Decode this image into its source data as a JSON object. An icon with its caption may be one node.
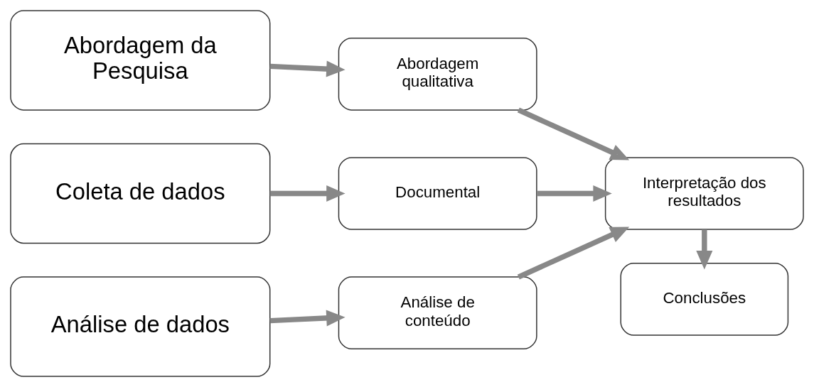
{
  "diagram": {
    "nodes": [
      {
        "text": [
          "Abordagem da Pesquisa"
        ]
      },
      {
        "text": [
          "Abordagem qualitativa"
        ]
      },
      {
        "text": [
          "Coleta de dados"
        ]
      },
      {
        "text": [
          "Documental"
        ]
      },
      {
        "text": [
          "Interpretação dos resultados"
        ]
      },
      {
        "text": [
          "Análise de dados"
        ]
      },
      {
        "text": [
          "Análise de conteúdo"
        ]
      },
      {
        "text": [
          "Conclusões"
        ]
      }
    ],
    "edges": [
      {
        "from": 0,
        "to": 1,
        "arrow": "to"
      },
      {
        "from": 1,
        "to": 4,
        "arrow": "to"
      },
      {
        "from": 2,
        "to": 3,
        "arrow": "to"
      },
      {
        "from": 3,
        "to": 4,
        "arrow": "to"
      },
      {
        "from": 5,
        "to": 6,
        "arrow": "to"
      },
      {
        "from": 6,
        "to": 4,
        "arrow": "to"
      },
      {
        "from": 4,
        "to": 7,
        "arrow": "to"
      }
    ]
  }
}
